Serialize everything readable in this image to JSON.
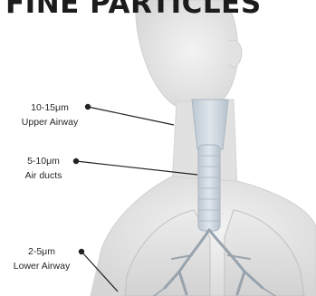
{
  "title": "FINE PARTICLES",
  "zones": [
    {
      "size": "10-15μm",
      "region": "Upper Airway"
    },
    {
      "size": "5-10μm",
      "region": "Air ducts"
    },
    {
      "size": "2-5μm",
      "region": "Lower Airway"
    }
  ],
  "colors": {
    "background": "#ffffff",
    "body_silhouette": "#dcdcdc",
    "airway": "#c9d3dc",
    "leader_line": "#222222",
    "title": "#1c1c1c"
  },
  "icons": [
    "human-torso-illustration",
    "trachea-illustration",
    "lungs-illustration"
  ]
}
